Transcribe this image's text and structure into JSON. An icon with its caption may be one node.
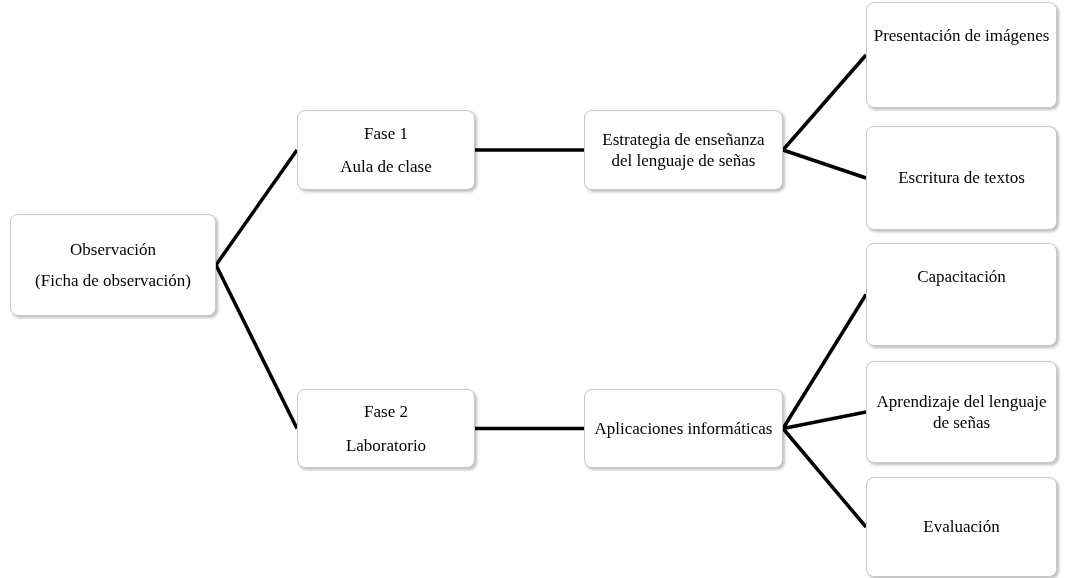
{
  "diagram": {
    "nodes": [
      {
        "text": [
          "Observación",
          "(Ficha de observación)"
        ]
      },
      {
        "text": [
          "Fase 1",
          "Aula de clase"
        ]
      },
      {
        "text": [
          "Estrategia de enseñanza del lenguaje de señas"
        ]
      },
      {
        "text": [
          "Presentación de imágenes"
        ]
      },
      {
        "text": [
          "Escritura de textos"
        ]
      },
      {
        "text": [
          "Fase 2",
          "Laboratorio"
        ]
      },
      {
        "text": [
          "Aplicaciones informáticas"
        ]
      },
      {
        "text": [
          "Capacitación"
        ]
      },
      {
        "text": [
          "Aprendizaje del lenguaje de señas"
        ]
      },
      {
        "text": [
          "Evaluación"
        ]
      }
    ],
    "edges": [
      {
        "from": 0,
        "to": 1,
        "arrow": "none"
      },
      {
        "from": 0,
        "to": 5,
        "arrow": "none"
      },
      {
        "from": 1,
        "to": 2,
        "arrow": "none"
      },
      {
        "from": 2,
        "to": 3,
        "arrow": "none"
      },
      {
        "from": 2,
        "to": 4,
        "arrow": "none"
      },
      {
        "from": 5,
        "to": 6,
        "arrow": "none"
      },
      {
        "from": 6,
        "to": 7,
        "arrow": "none"
      },
      {
        "from": 6,
        "to": 8,
        "arrow": "none"
      },
      {
        "from": 6,
        "to": 9,
        "arrow": "none"
      }
    ]
  }
}
